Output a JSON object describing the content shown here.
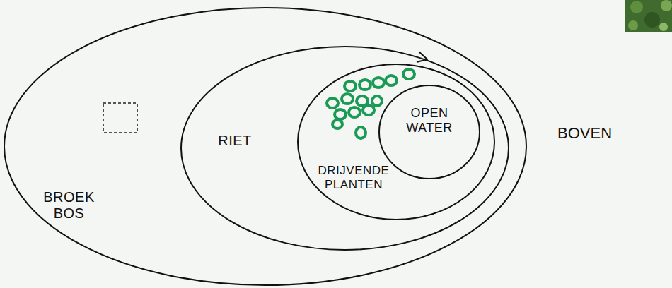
{
  "diagram": {
    "nodes": [
      {
        "text": [
          "BROEK BOS"
        ]
      },
      {
        "text": [
          "RIET"
        ],
        "in": 0
      },
      {
        "text": [
          "DRIJVENDE PLANTEN"
        ],
        "in": 1
      },
      {
        "text": [
          "OPEN WATER"
        ],
        "in": 2
      }
    ],
    "labels": [
      "BOVEN"
    ]
  }
}
